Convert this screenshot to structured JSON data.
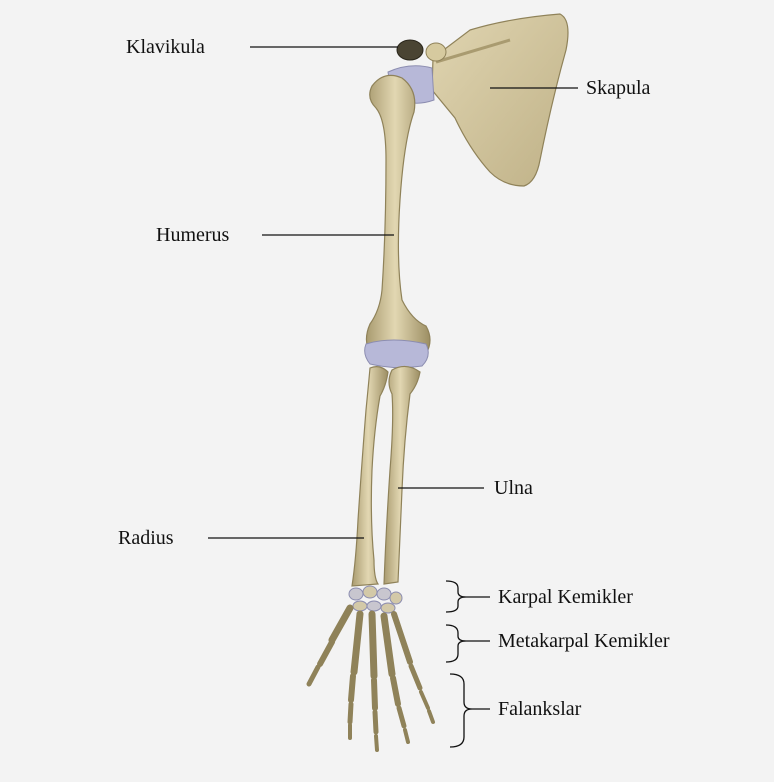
{
  "colors": {
    "background": "#f3f3f3",
    "bone": "#d9cda4",
    "bone_shade": "#b3a57a",
    "bone_dark": "#8f8259",
    "cartilage": "#b7b8d8",
    "line": "#111111"
  },
  "labels": {
    "clavicle": "Klavikula",
    "scapula": "Skapula",
    "humerus": "Humerus",
    "ulna": "Ulna",
    "radius": "Radius",
    "carpals": "Karpal Kemikler",
    "metacarpals": "Metakarpal Kemikler",
    "phalanges": "Falankslar"
  }
}
